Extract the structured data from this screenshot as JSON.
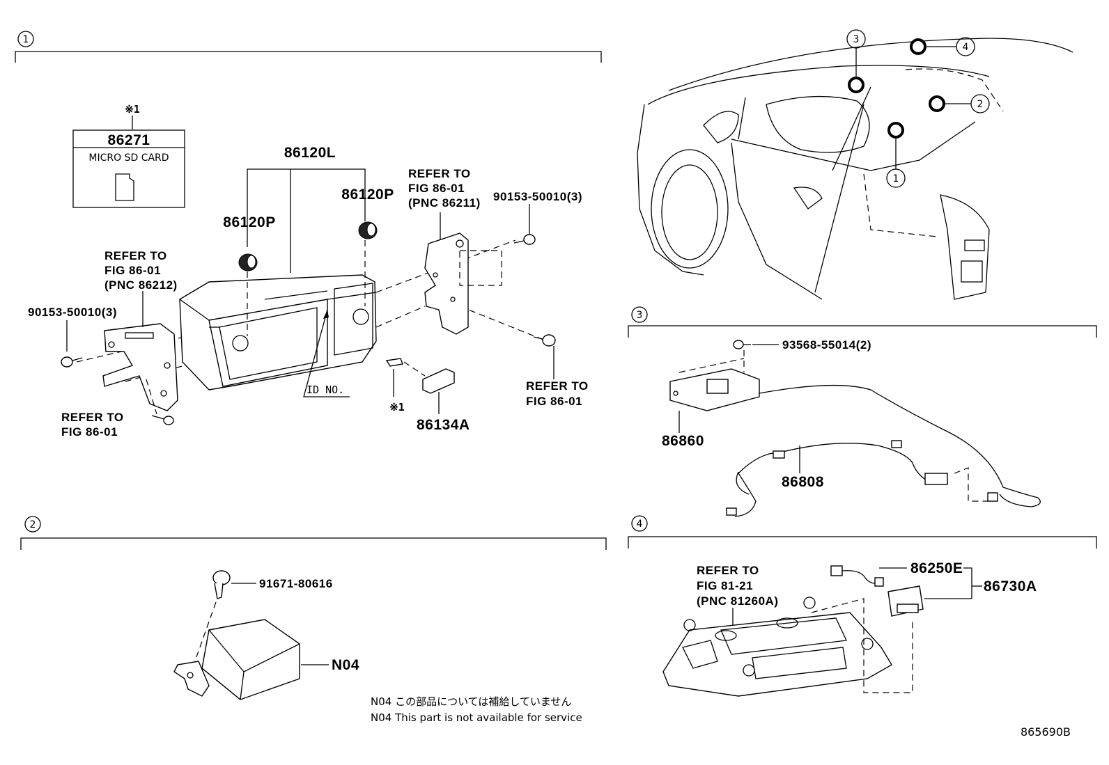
{
  "sections": {
    "s1": {
      "marker": "1",
      "sd_card": {
        "note_mark": "※1",
        "part_no": "86271",
        "desc": "MICRO SD CARD"
      },
      "labels": {
        "unit": "86120L",
        "knob_left": "86120P",
        "knob_right": "86120P",
        "bolt_left": "90153-50010(3)",
        "bolt_right": "90153-50010(3)",
        "id_no": "ID NO.",
        "cover_note": "※1",
        "cover": "86134A"
      },
      "refer_left_bracket": [
        "REFER TO",
        "FIG 86-01",
        "(PNC 86212)"
      ],
      "refer_right_bracket": [
        "REFER TO",
        "FIG 86-01",
        "(PNC 86211)"
      ],
      "refer_left_screw": [
        "REFER TO",
        "FIG 86-01"
      ],
      "refer_right_screw": [
        "REFER TO",
        "FIG 86-01"
      ]
    },
    "s2": {
      "marker": "2",
      "labels": {
        "bolt": "91671-80616",
        "module": "N04"
      },
      "notes": [
        "N04 この部品については補給していません",
        "N04 This part is not available for service"
      ]
    },
    "s3": {
      "marker": "3",
      "labels": {
        "screw": "93568-55014(2)",
        "module": "86860",
        "harness": "86808"
      }
    },
    "s4": {
      "marker": "4",
      "refer": [
        "REFER TO",
        "FIG 81-21",
        "(PNC 81260A)"
      ],
      "labels": {
        "wire": "86250E",
        "assy": "86730A"
      }
    },
    "overview": {
      "callouts": [
        "1",
        "2",
        "3",
        "4"
      ]
    }
  },
  "figure_id": "865690B"
}
